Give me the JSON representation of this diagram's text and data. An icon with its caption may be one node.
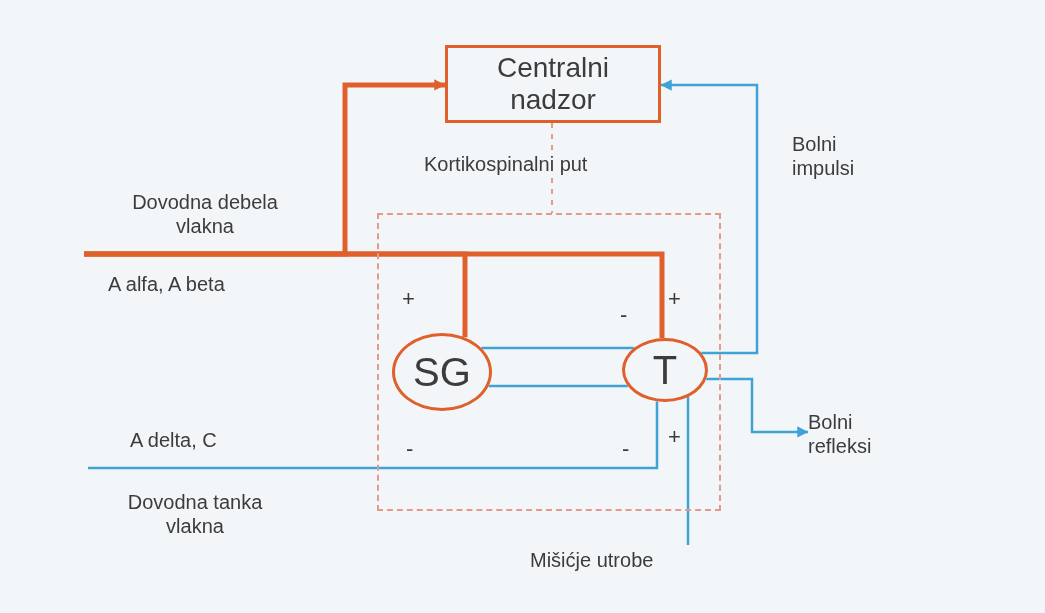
{
  "diagram": {
    "nodes": [
      {
        "text": [
          "Centralni nadzor"
        ]
      },
      {
        "text": [],
        "shape": "box"
      },
      {
        "text": [
          "SG"
        ],
        "in": 1
      },
      {
        "text": [
          "T"
        ],
        "in": 1
      },
      {
        "text": [
          "Bolni refleksi"
        ]
      },
      {
        "text": [
          "Mišićje utrobe"
        ]
      }
    ],
    "edges": [
      {
        "from": null,
        "to": 0,
        "arrow": "to",
        "style": "thick",
        "color": "#e0602c"
      },
      {
        "from": null,
        "to": 2,
        "arrow": "none",
        "style": "thick",
        "color": "#e0602c"
      },
      {
        "from": null,
        "to": 3,
        "arrow": "none",
        "style": "thick",
        "color": "#e0602c"
      },
      {
        "from": 0,
        "to": 1,
        "arrow": "none",
        "style": "dashed",
        "color": "#e59a8e",
        "label": "Kortikospinalni put"
      },
      {
        "from": 2,
        "to": 3,
        "arrow": "none"
      },
      {
        "from": 2,
        "to": 3,
        "arrow": "none"
      },
      {
        "from": null,
        "to": 3,
        "arrow": "none"
      },
      {
        "from": 3,
        "to": 0,
        "arrow": "to",
        "label": "Bolni impulsi"
      },
      {
        "from": 3,
        "to": 4,
        "arrow": "to"
      },
      {
        "from": 5,
        "to": 3,
        "arrow": "none"
      }
    ],
    "labels": [
      "Dovodna debela vlakna",
      "A alfa, A beta",
      "+",
      "-",
      "+",
      "A delta, C",
      "+",
      "-",
      "-",
      "Dovodna tanka vlakna"
    ]
  }
}
